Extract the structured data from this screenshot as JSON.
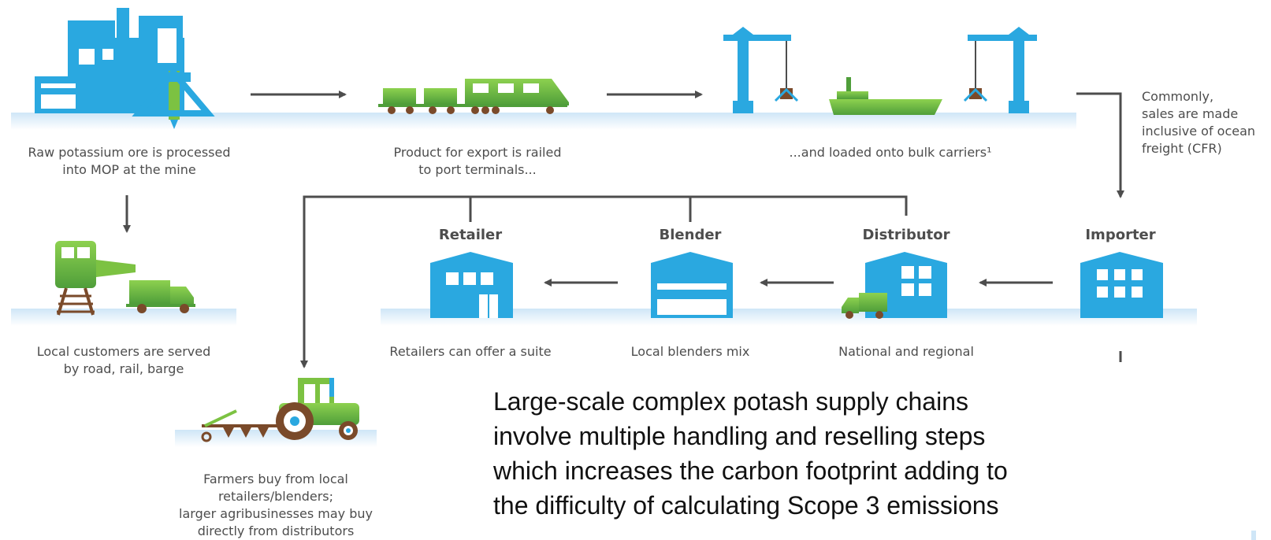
{
  "colors": {
    "blue": "#2aa8e0",
    "green": "#7cc242",
    "dark_green": "#4f9e3a",
    "brown": "#7a4a2a",
    "arrow": "#4d4d4d",
    "ground": "#d6eaf8"
  },
  "steps": {
    "mine_caption": "Raw potassium ore is processed\ninto MOP at the mine",
    "rail_caption": "Product for export is railed\nto port terminals...",
    "port_caption": "...and loaded onto bulk carriers¹",
    "local_caption": "Local customers are served\nby road, rail, barge",
    "farmer_caption": "Farmers buy from local\nretailers/blenders;\nlarger agribusinesses may buy\ndirectly from distributors"
  },
  "note": {
    "cfr": "Commonly,\nsales are made\ninclusive of ocean\nfreight (CFR)"
  },
  "nodes": {
    "importer": "Importer",
    "distributor": "Distributor",
    "distributor_caption": "National and regional",
    "blender": "Blender",
    "blender_caption": "Local blenders mix",
    "retailer": "Retailer",
    "retailer_caption": "Retailers can offer a suite"
  },
  "summary": "Large-scale complex potash supply chains\ninvolve multiple handling and reselling steps\nwhich increases the carbon footprint adding to\nthe difficulty of calculating Scope 3 emissions",
  "icons": [
    "mine-icon",
    "train-icon",
    "port-crane-icon",
    "bulk-carrier-icon",
    "local-train-icon",
    "truck-icon",
    "warehouse-icon",
    "tractor-icon"
  ]
}
